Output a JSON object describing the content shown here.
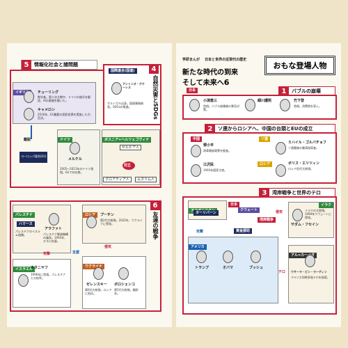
{
  "left_page": {
    "sec5": {
      "num": "5",
      "title": "情報化社会と諸問題"
    },
    "britain": {
      "label": "イギリス",
      "p1": {
        "name": "チューリング",
        "desc": "数学者。第二次大戦中、ドイツの暗号を解読、AIの基礎を築いた。"
      },
      "p2": {
        "name": "キャメロン",
        "desc": "2016年、EU離脱の国民投票を実施したが、否決。"
      }
    },
    "leave_label": "離脱",
    "eu_label": "ヨーロッパ連合(EU)",
    "germany": {
      "label": "ドイツ",
      "name": "メルケル",
      "desc": "2005～2021年のドイツ首相。EUで存在感。"
    },
    "bosnia": {
      "label": "ボスニア=ヘルツェゴヴィナ",
      "serb": "セルビア人",
      "croat": "クロアティア人",
      "muslim": "ムスリム人",
      "conflict": "対立"
    },
    "sec4": {
      "num": "4",
      "title": "自然災害とSDGs",
      "un": "国際連合(国連)",
      "name": "アントニオ・グテーレス",
      "desc": "ポルトガル出身。国連事務総長。SDGsの推進。"
    },
    "sec6": {
      "num": "6",
      "title": "友達の戦争"
    },
    "palestine": {
      "label": "パレスチナ",
      "hamas": "ハマース",
      "arafat": "アラファト",
      "arafat_desc": "パレスチナ解放機構の議長。1993年、オスロ合意。",
      "hamas_desc": "パレスチナのイスラム組織。"
    },
    "israel": {
      "label": "イスラエル",
      "name": "ネタニヤフ",
      "desc": "1996年に首相。パレスチナとの紛争。"
    },
    "russia": {
      "label": "ロシア",
      "name": "プーチン",
      "desc": "第2代大統領。2022年、ウクライナに侵攻。"
    },
    "ukraine": {
      "label": "ウクライナ",
      "p1": "ゼレンスキー",
      "p2": "ポロシェンコ",
      "d1": "第6代大統領。ロシアに抵抗。",
      "d2": "第5代大統領。親欧米。"
    },
    "attack": "攻撃",
    "invade": "侵攻",
    "support": "支援"
  },
  "right_page": {
    "header": {
      "tag": "学研まんが",
      "series": "日本と世界の近現代の歴史",
      "title_line1": "新たな時代の到来",
      "title_line2": "そして未来へ",
      "vol": "6"
    },
    "box_title": "おもな登場人物",
    "sec1": {
      "num": "1",
      "title": "バブルの崩壊",
      "label": "日本",
      "p1": "小渕恵三",
      "p2": "細川護煕",
      "p3": "竹下登",
      "d1": "首相。バブル崩壊後の景気対策。",
      "d3": "首相。消費税を導入。"
    },
    "sec2": {
      "num": "2",
      "title": "ソ連からロシアへ、中国の台頭とEUの成立",
      "china": "中国",
      "soviet": "ソ連",
      "russia": "ロシア",
      "p1": "鄧小平",
      "p2": "江沢民",
      "p3": "ミハイル・ゴルバチョフ",
      "p4": "ボリス・エリツィン",
      "d1": "改革開放政策を推進。",
      "d2": "1993年国家主席。",
      "d3": "ソ連最後の最高指導者。",
      "d4": "ロシア初代大統領。"
    },
    "sec3": {
      "num": "3",
      "title": "湾岸戦争と世界のテロ",
      "afghan": "アフガニスタン",
      "taliban": "ターリバーン",
      "japan": "日本",
      "kuwait": "クウェート",
      "aid": "資金援助",
      "iraq": "イラク",
      "saddam": "サダム・フセイン",
      "saddam_desc": "イラクの大統領。1990年クウェートに侵攻。",
      "usa": "アメリカ",
      "trump": "トランプ",
      "obama": "オバマ",
      "bush": "ブッシュ",
      "attack": "攻撃",
      "invade": "侵攻",
      "war": "湾岸戦争",
      "alqaeda": "アル=カーイダ",
      "bin_laden": "ウサーマ・ビン・ラーディン",
      "bin_desc": "アメリカ同時多発テロを指導。",
      "terror": "テロ"
    }
  }
}
